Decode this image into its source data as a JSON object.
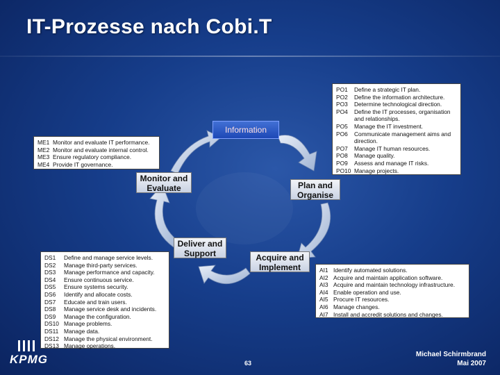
{
  "title": "IT-Prozesse nach Cobi.T",
  "center_label": "Information",
  "domains": {
    "monitor": "Monitor and Evaluate",
    "plan": "Plan and Organise",
    "deliver": "Deliver and Support",
    "acquire": "Acquire and Implement"
  },
  "po_processes": [
    {
      "code": "PO1",
      "desc": "Define a strategic IT plan."
    },
    {
      "code": "PO2",
      "desc": "Define the information architecture."
    },
    {
      "code": "PO3",
      "desc": "Determine technological direction."
    },
    {
      "code": "PO4",
      "desc": "Define the IT processes, organisation and relationships."
    },
    {
      "code": "PO5",
      "desc": "Manage the IT investment."
    },
    {
      "code": "PO6",
      "desc": "Communicate management aims and direction."
    },
    {
      "code": "PO7",
      "desc": "Manage IT human resources."
    },
    {
      "code": "PO8",
      "desc": "Manage quality."
    },
    {
      "code": "PO9",
      "desc": "Assess and manage IT risks."
    },
    {
      "code": "PO10",
      "desc": "Manage projects."
    }
  ],
  "me_processes": [
    {
      "code": "ME1",
      "desc": "Monitor and evaluate IT performance."
    },
    {
      "code": "ME2",
      "desc": "Monitor and evaluate internal control."
    },
    {
      "code": "ME3",
      "desc": "Ensure regulatory compliance."
    },
    {
      "code": "ME4",
      "desc": "Provide IT governance."
    }
  ],
  "ds_processes": [
    {
      "code": "DS1",
      "desc": "Define and manage service levels."
    },
    {
      "code": "DS2",
      "desc": "Manage third-party services."
    },
    {
      "code": "DS3",
      "desc": "Manage performance and capacity."
    },
    {
      "code": "DS4",
      "desc": "Ensure continuous service."
    },
    {
      "code": "DS5",
      "desc": "Ensure systems security."
    },
    {
      "code": "DS6",
      "desc": "Identify and allocate costs."
    },
    {
      "code": "DS7",
      "desc": "Educate and train users."
    },
    {
      "code": "DS8",
      "desc": "Manage service desk and incidents."
    },
    {
      "code": "DS9",
      "desc": "Manage the configuration."
    },
    {
      "code": "DS10",
      "desc": "Manage problems."
    },
    {
      "code": "DS11",
      "desc": "Manage data."
    },
    {
      "code": "DS12",
      "desc": "Manage the physical environment."
    },
    {
      "code": "DS13",
      "desc": "Manage operations."
    }
  ],
  "ai_processes": [
    {
      "code": "AI1",
      "desc": "Identify automated solutions."
    },
    {
      "code": "AI2",
      "desc": "Acquire and maintain application software."
    },
    {
      "code": "AI3",
      "desc": "Acquire and maintain technology infrastructure."
    },
    {
      "code": "AI4",
      "desc": "Enable operation and use."
    },
    {
      "code": "AI5",
      "desc": "Procure IT resources."
    },
    {
      "code": "AI6",
      "desc": "Manage changes."
    },
    {
      "code": "AI7",
      "desc": "Install and accredit solutions and changes."
    }
  ],
  "footer": {
    "logo": "KPMG",
    "page": "63",
    "author": "Michael Schirmbrand",
    "date": "Mai 2007"
  }
}
